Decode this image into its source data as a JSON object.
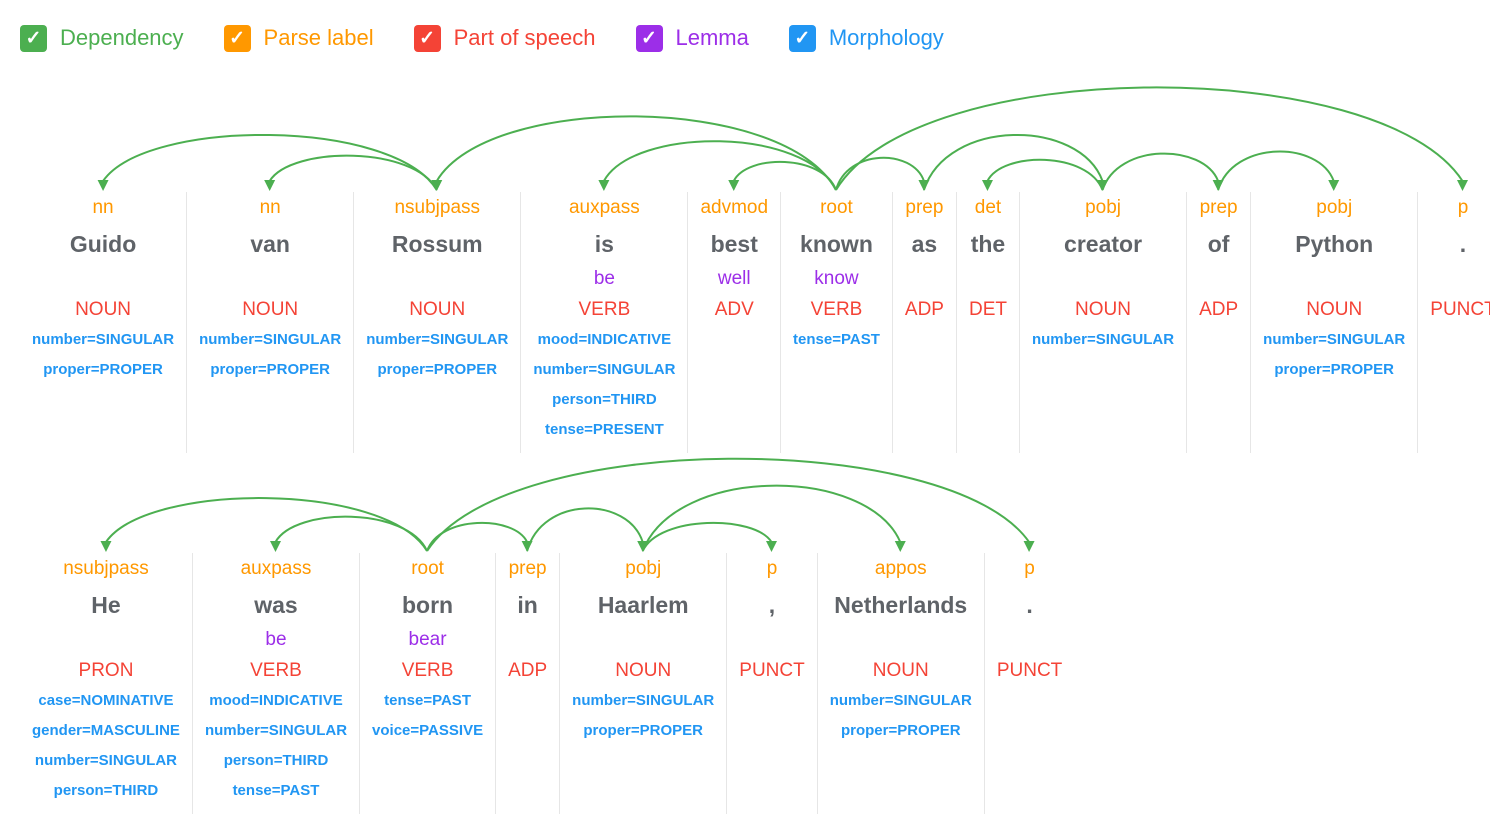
{
  "controls": [
    {
      "id": "dependency",
      "label": "Dependency",
      "color": "#4caf50",
      "checked": true
    },
    {
      "id": "parse-label",
      "label": "Parse label",
      "color": "#ff9800",
      "checked": true
    },
    {
      "id": "part-of-speech",
      "label": "Part of speech",
      "color": "#f44336",
      "checked": true
    },
    {
      "id": "lemma",
      "label": "Lemma",
      "color": "#9c2ee8",
      "checked": true
    },
    {
      "id": "morphology",
      "label": "Morphology",
      "color": "#2196f3",
      "checked": true
    }
  ],
  "check_glyph": "✓",
  "colors": {
    "arc": "#4caf50",
    "parse_label": "#ff9800",
    "word": "#5f6368",
    "lemma": "#9c2ee8",
    "pos": "#f44336",
    "morph": "#2196f3",
    "divider": "#e6e6e6"
  },
  "sentences": [
    {
      "text": "Guido van Rossum is best known as the creator of Python .",
      "arc_area_height": 108,
      "tokens": [
        {
          "label": "nn",
          "word": "Guido",
          "lemma": "",
          "pos": "NOUN",
          "morph": [
            "number=SINGULAR",
            "proper=PROPER"
          ]
        },
        {
          "label": "nn",
          "word": "van",
          "lemma": "",
          "pos": "NOUN",
          "morph": [
            "number=SINGULAR",
            "proper=PROPER"
          ]
        },
        {
          "label": "nsubjpass",
          "word": "Rossum",
          "lemma": "",
          "pos": "NOUN",
          "morph": [
            "number=SINGULAR",
            "proper=PROPER"
          ]
        },
        {
          "label": "auxpass",
          "word": "is",
          "lemma": "be",
          "pos": "VERB",
          "morph": [
            "mood=INDICATIVE",
            "number=SINGULAR",
            "person=THIRD",
            "tense=PRESENT"
          ]
        },
        {
          "label": "advmod",
          "word": "best",
          "lemma": "well",
          "pos": "ADV",
          "morph": []
        },
        {
          "label": "root",
          "word": "known",
          "lemma": "know",
          "pos": "VERB",
          "morph": [
            "tense=PAST"
          ]
        },
        {
          "label": "prep",
          "word": "as",
          "lemma": "",
          "pos": "ADP",
          "morph": []
        },
        {
          "label": "det",
          "word": "the",
          "lemma": "",
          "pos": "DET",
          "morph": []
        },
        {
          "label": "pobj",
          "word": "creator",
          "lemma": "",
          "pos": "NOUN",
          "morph": [
            "number=SINGULAR"
          ]
        },
        {
          "label": "prep",
          "word": "of",
          "lemma": "",
          "pos": "ADP",
          "morph": []
        },
        {
          "label": "pobj",
          "word": "Python",
          "lemma": "",
          "pos": "NOUN",
          "morph": [
            "number=SINGULAR",
            "proper=PROPER"
          ]
        },
        {
          "label": "p",
          "word": ".",
          "lemma": "",
          "pos": "PUNCT",
          "morph": []
        }
      ],
      "arcs": [
        {
          "head": 2,
          "dep": 0,
          "height": 52
        },
        {
          "head": 2,
          "dep": 1,
          "height": 32
        },
        {
          "head": 5,
          "dep": 2,
          "height": 70
        },
        {
          "head": 5,
          "dep": 3,
          "height": 46
        },
        {
          "head": 5,
          "dep": 4,
          "height": 26
        },
        {
          "head": 5,
          "dep": 6,
          "height": 30
        },
        {
          "head": 6,
          "dep": 8,
          "height": 52
        },
        {
          "head": 8,
          "dep": 7,
          "height": 28
        },
        {
          "head": 8,
          "dep": 9,
          "height": 34
        },
        {
          "head": 9,
          "dep": 10,
          "height": 36
        },
        {
          "head": 5,
          "dep": 11,
          "height": 98
        }
      ]
    },
    {
      "text": "He was born in Haarlem , Netherlands .",
      "arc_area_height": 96,
      "tokens": [
        {
          "label": "nsubjpass",
          "word": "He",
          "lemma": "",
          "pos": "PRON",
          "morph": [
            "case=NOMINATIVE",
            "gender=MASCULINE",
            "number=SINGULAR",
            "person=THIRD"
          ]
        },
        {
          "label": "auxpass",
          "word": "was",
          "lemma": "be",
          "pos": "VERB",
          "morph": [
            "mood=INDICATIVE",
            "number=SINGULAR",
            "person=THIRD",
            "tense=PAST"
          ]
        },
        {
          "label": "root",
          "word": "born",
          "lemma": "bear",
          "pos": "VERB",
          "morph": [
            "tense=PAST",
            "voice=PASSIVE"
          ]
        },
        {
          "label": "prep",
          "word": "in",
          "lemma": "",
          "pos": "ADP",
          "morph": []
        },
        {
          "label": "pobj",
          "word": "Haarlem",
          "lemma": "",
          "pos": "NOUN",
          "morph": [
            "number=SINGULAR",
            "proper=PROPER"
          ]
        },
        {
          "label": "p",
          "word": ",",
          "lemma": "",
          "pos": "PUNCT",
          "morph": []
        },
        {
          "label": "appos",
          "word": "Netherlands",
          "lemma": "",
          "pos": "NOUN",
          "morph": [
            "number=SINGULAR",
            "proper=PROPER"
          ]
        },
        {
          "label": "p",
          "word": ".",
          "lemma": "",
          "pos": "PUNCT",
          "morph": []
        }
      ],
      "arcs": [
        {
          "head": 2,
          "dep": 0,
          "height": 50
        },
        {
          "head": 2,
          "dep": 1,
          "height": 32
        },
        {
          "head": 2,
          "dep": 3,
          "height": 26
        },
        {
          "head": 3,
          "dep": 4,
          "height": 40
        },
        {
          "head": 4,
          "dep": 5,
          "height": 26
        },
        {
          "head": 4,
          "dep": 6,
          "height": 62
        },
        {
          "head": 2,
          "dep": 7,
          "height": 88
        }
      ]
    }
  ]
}
